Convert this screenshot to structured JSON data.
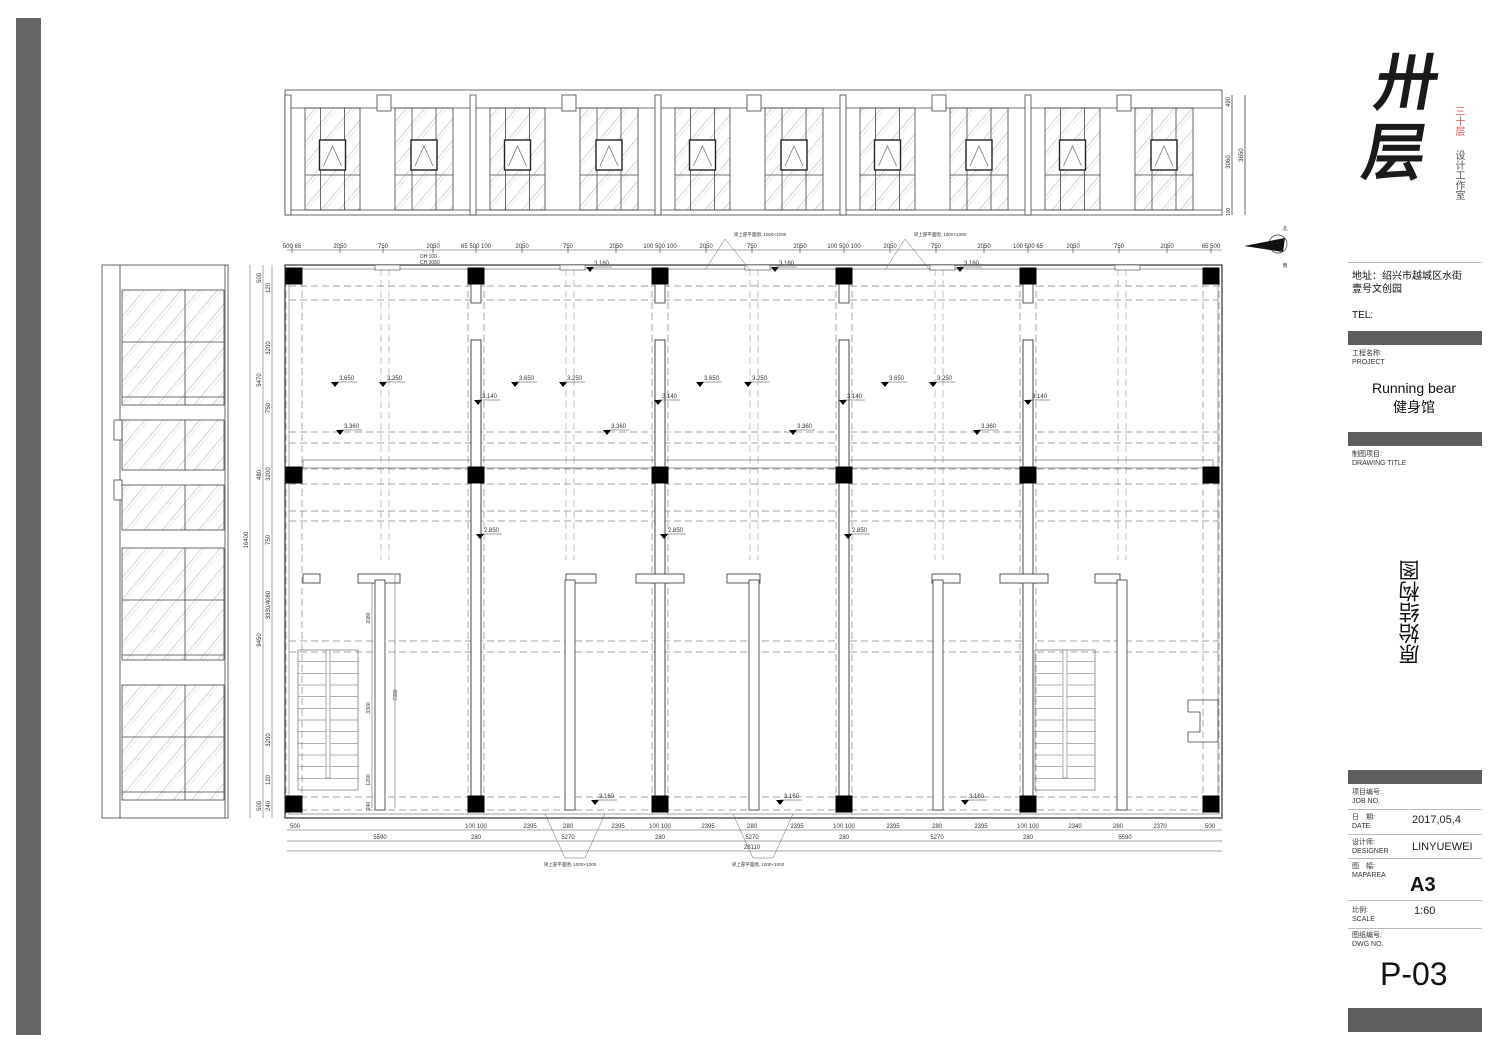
{
  "title_block": {
    "logo": {
      "main": "卅层",
      "sub_red": "三十层",
      "sub_gray": "设计工作室"
    },
    "address": "地址：绍兴市越城区水街",
    "address_line2": "壹号文创园",
    "tel_label": "TEL:",
    "project_label_cn": "工程名称:",
    "project_label_en": "PROJECT",
    "project_name": "Running bear",
    "project_name_cn": "健身馆",
    "drawing_title_label_cn": "制图项目:",
    "drawing_title_label_en": "DRAWING TITLE",
    "drawing_title": "原始结构图",
    "job_no_cn": "项目编号:",
    "job_no_en": "JOB NO.",
    "date_cn": "日　期:",
    "date_en": "DATE",
    "date": "2017,05,4",
    "designer_cn": "设计师:",
    "designer_en": "DESIGNER",
    "designer": "LINYUEWEI",
    "maparea_cn": "图　幅:",
    "maparea_en": "MAPAREA",
    "maparea": "A3",
    "scale_cn": "比例:",
    "scale_en": "SCALE",
    "scale": "1:60",
    "dwg_no_cn": "图纸编号:",
    "dwg_no_en": "DWG NO.",
    "dwg_no": "P-03"
  },
  "plan": {
    "top_dims": [
      "500 65",
      "2050",
      "750",
      "2050",
      "65 500 100",
      "2050",
      "750",
      "2050",
      "100 500 100",
      "2050",
      "750",
      "2050",
      "100 500 100",
      "2050",
      "750",
      "2050",
      "100 500 65",
      "2050",
      "750",
      "2050",
      "65 500"
    ],
    "bottom_dims_row1": [
      "500",
      "100 100",
      "2395",
      "280",
      "2395",
      "100 100",
      "2395",
      "280",
      "2395",
      "100 100",
      "2395",
      "280",
      "2395",
      "100 100",
      "2340",
      "280",
      "2370",
      "500"
    ],
    "bottom_dims_row2": [
      "5590",
      "280",
      "5270",
      "280",
      "5270",
      "280",
      "5270",
      "280",
      "5590"
    ],
    "bottom_total": "28110",
    "left_dims_outer": "16400",
    "left_dims_mid": [
      "500",
      "5470",
      "480",
      "9450",
      "500"
    ],
    "left_dims_inner": [
      "120",
      "3200",
      "750",
      "3200",
      "750",
      "3330/4080",
      "3200",
      "120",
      "240"
    ],
    "elevation_dims": [
      "490",
      "3060",
      "3650",
      "100"
    ],
    "door_note": [
      "DH:100",
      "CH:3080"
    ],
    "beam_note": "梁上部平面图, 1000×1000",
    "levels": {
      "a": "3.650",
      "b": "3.250",
      "c": "3.140",
      "d": "3.360",
      "e": "2.850",
      "f": "3.160"
    },
    "stair_dims": [
      "2080",
      "3300",
      "1200",
      "240",
      "7330"
    ],
    "compass": {
      "north": "北",
      "south": "南"
    }
  }
}
